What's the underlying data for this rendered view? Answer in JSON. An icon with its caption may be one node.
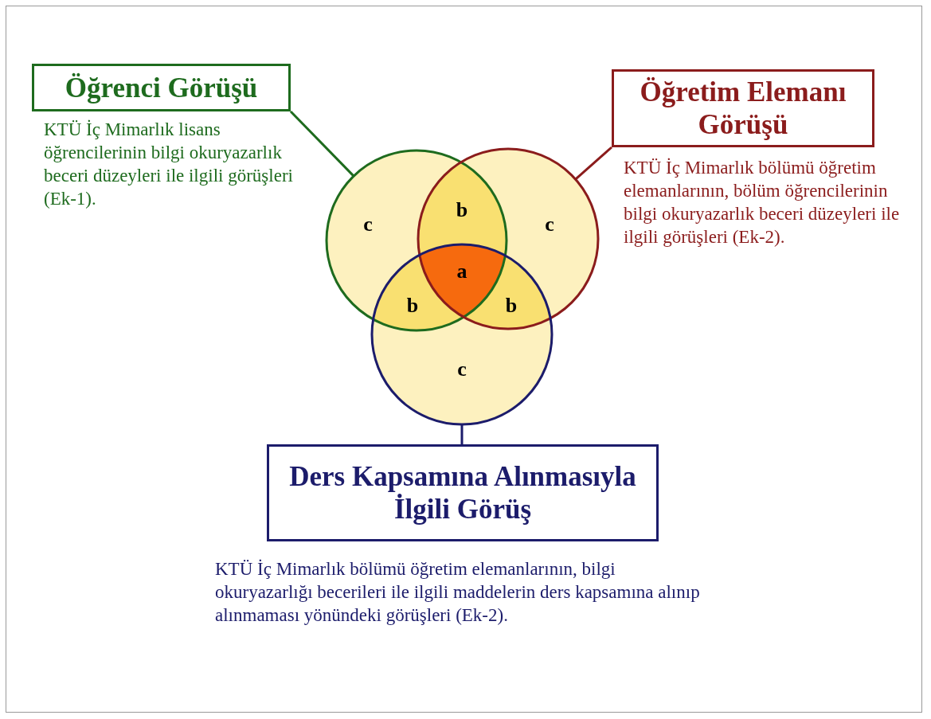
{
  "diagram": {
    "nodes": [
      {
        "text": [
          "Öğrenci Görüşü"
        ],
        "beside": [
          "KTÜ İç Mimarlık lisans öğrencilerinin bilgi okuryazarlık beceri düzeyleri ile ilgili görüşleri (Ek-1)."
        ]
      },
      {
        "text": [
          "Öğretim Elemanı Görüşü"
        ],
        "beside": [
          "KTÜ İç Mimarlık bölümü öğretim elemanlarının, bölüm öğrencilerinin bilgi okuryazarlık beceri düzeyleri ile ilgili görüşleri (Ek-2)."
        ]
      },
      {
        "text": [],
        "shape": "circle"
      },
      {
        "text": [],
        "shape": "circle"
      },
      {
        "text": [],
        "shape": "circle"
      },
      {
        "text": [
          "Ders Kapsamına Alınmasıyla İlgili Görüş"
        ],
        "beside": [
          "KTÜ İç Mimarlık bölümü öğretim elemanlarının, bilgi okuryazarlığı becerileri ile ilgili maddelerin ders kapsamına alınıp alınmaması yönündeki görüşleri (Ek-2)."
        ]
      }
    ],
    "edges": [
      {
        "from": 0,
        "to": 2,
        "arrow": "none"
      },
      {
        "from": 1,
        "to": 3,
        "arrow": "none",
        "color": "#8b1c1c"
      },
      {
        "from": 5,
        "to": 4,
        "arrow": "none",
        "color": "#1c1c6b"
      }
    ],
    "labels": [
      "b",
      "c",
      "c",
      "a",
      "b",
      "b",
      "c"
    ]
  }
}
